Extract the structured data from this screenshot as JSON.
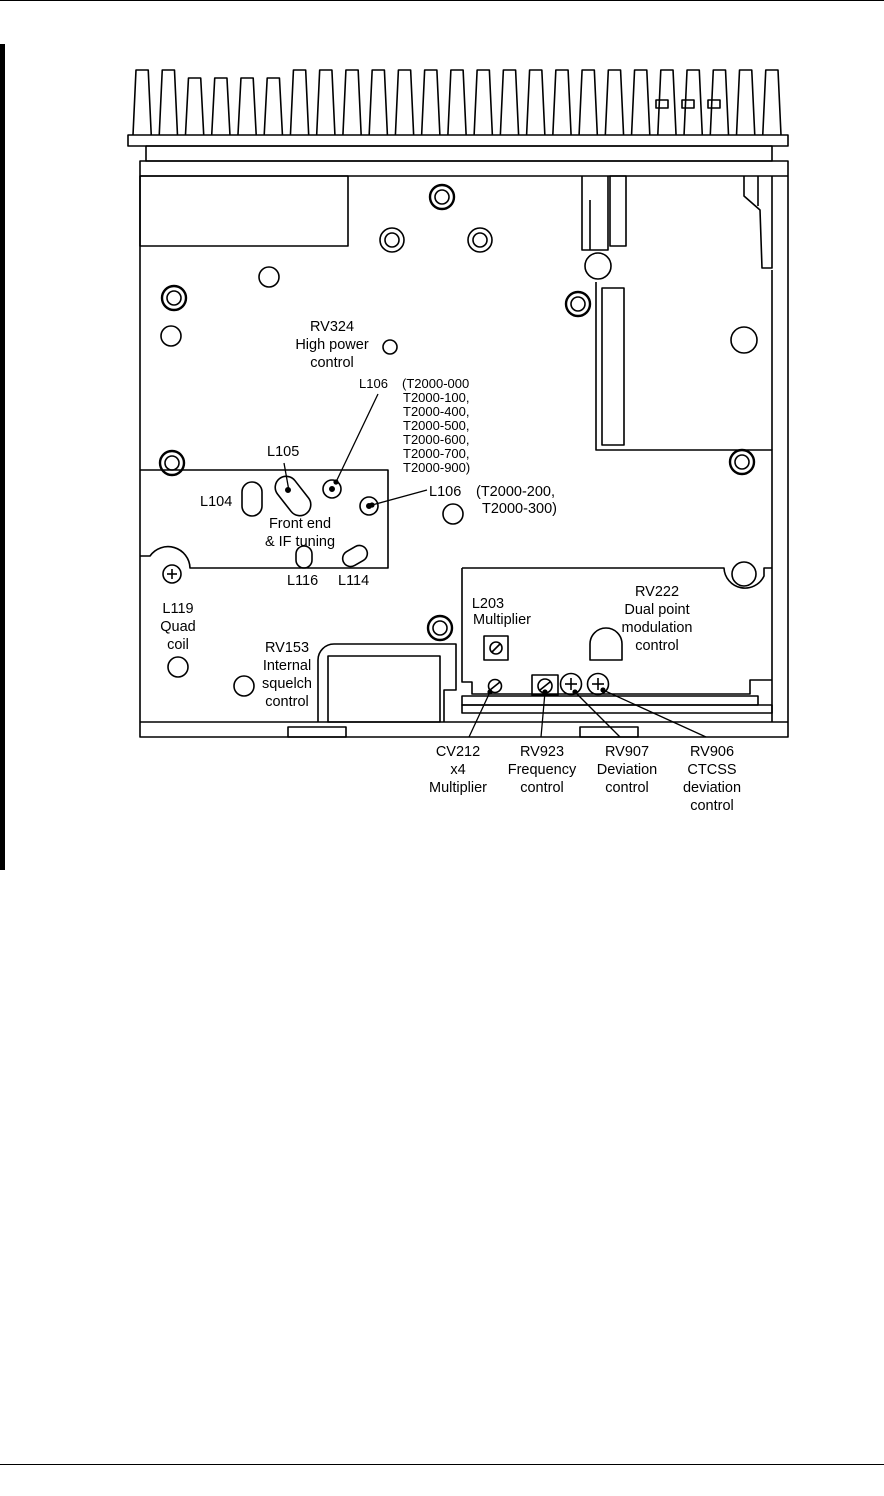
{
  "labels": {
    "rv324": [
      "RV324",
      "High power",
      "control"
    ],
    "l106_top": "L106",
    "l106_top_models": [
      "(T2000-000",
      "T2000-100,",
      "T2000-400,",
      "T2000-500,",
      "T2000-600,",
      "T2000-700,",
      "T2000-900)"
    ],
    "l105": "L105",
    "l104": "L104",
    "front_end": [
      "Front end",
      "& IF tuning"
    ],
    "l106_side": "L106",
    "l106_side_models": [
      "(T2000-200,",
      "T2000-300)"
    ],
    "l116": "L116",
    "l114": "L114",
    "l119": [
      "L119",
      "Quad",
      "coil"
    ],
    "rv153": [
      "RV153",
      "Internal",
      "squelch",
      "control"
    ],
    "l203": [
      "L203",
      "Multiplier"
    ],
    "rv222": [
      "RV222",
      "Dual point",
      "modulation",
      "control"
    ],
    "cv212": [
      "CV212",
      "x4",
      "Multiplier"
    ],
    "rv923": [
      "RV923",
      "Frequency",
      "control"
    ],
    "rv907": [
      "RV907",
      "Deviation",
      "control"
    ],
    "rv906": [
      "RV906",
      "CTCSS",
      "deviation",
      "control"
    ]
  }
}
